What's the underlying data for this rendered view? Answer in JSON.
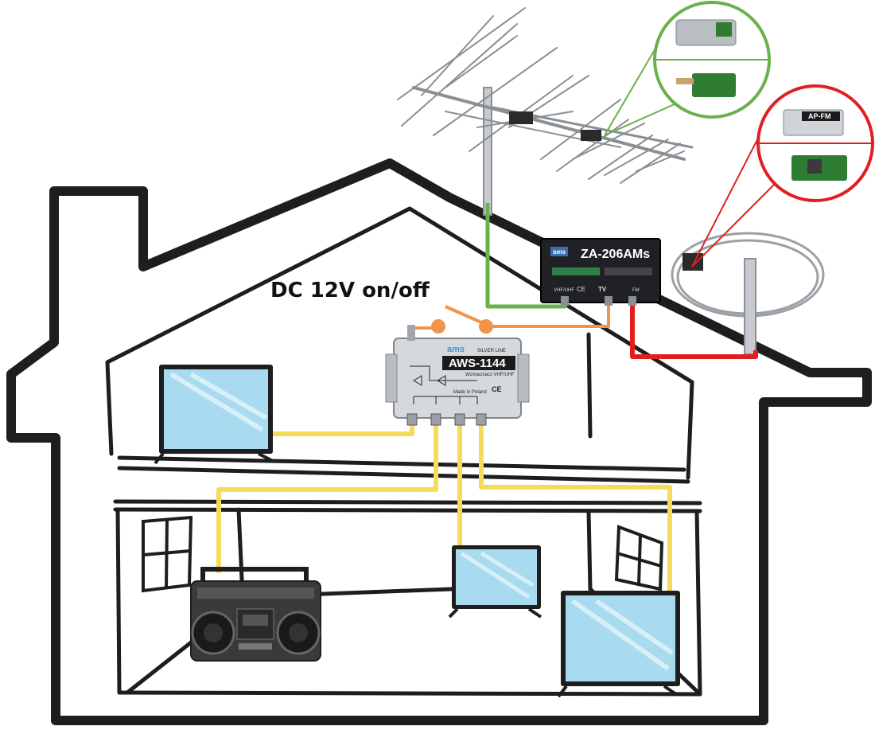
{
  "diagram": {
    "annotation": "DC 12V on/off",
    "amplifier": {
      "brand": "ams",
      "series": "SILVER LINE",
      "model": "AWS-1144",
      "subtitle": "Wzmacniacz VHF/UHF",
      "made_in": "Made in Poland"
    },
    "combiner": {
      "brand": "ams",
      "model": "ZA-206AMs",
      "port_vhf_uhf": "VHF/UHF",
      "port_tv": "TV",
      "port_fm": "FM"
    },
    "fm_filter": {
      "model": "AP-FM"
    },
    "colors": {
      "house_outline": "#1e1e1e",
      "cable_antenna": "#6ab04c",
      "cable_fm": "#e02020",
      "cable_dc": "#f0944a",
      "cable_tv": "#f6da5a",
      "screen": "#a8daf0",
      "callout_green": "#6ab04c",
      "callout_red": "#e02020"
    }
  }
}
